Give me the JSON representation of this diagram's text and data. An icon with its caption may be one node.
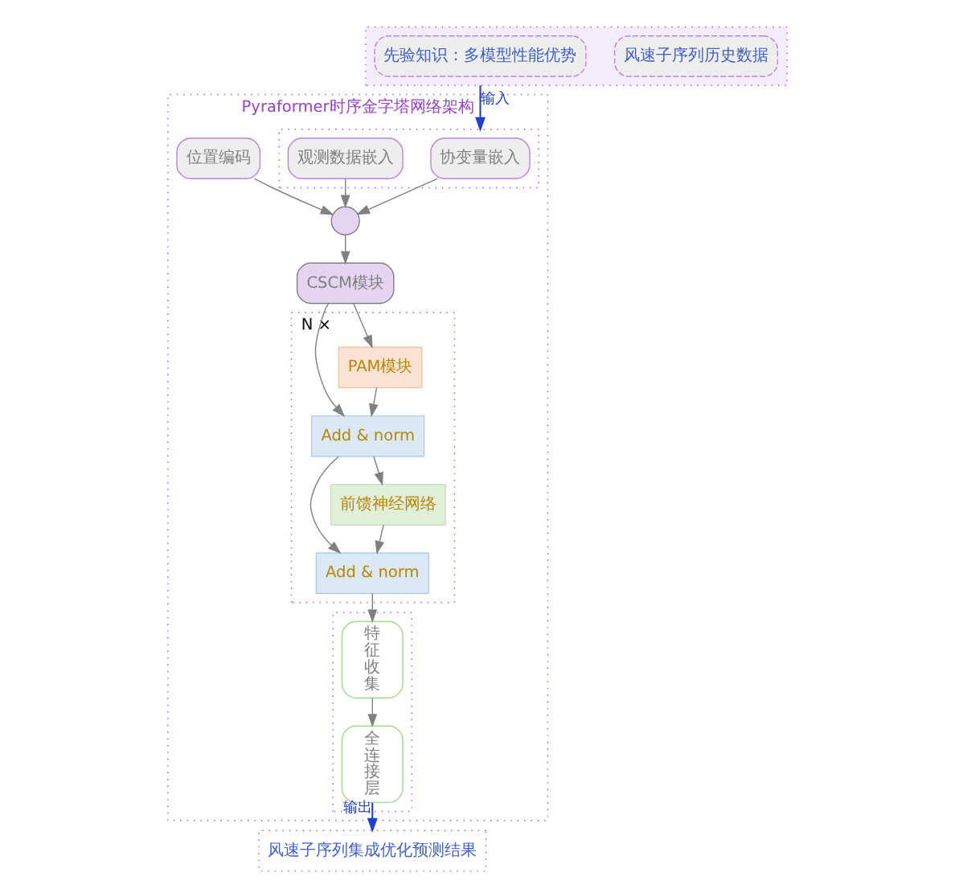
{
  "diagram": {
    "nodes": [
      {
        "text": [],
        "shape": "box"
      },
      {
        "text": [
          "风速子序列历史数据"
        ],
        "in": 0
      },
      {
        "text": [
          "先验知识：多模型性能优势"
        ],
        "in": 0
      },
      {
        "text": [
          "Pyraformer时序金字塔网络架构"
        ]
      },
      {
        "text": [],
        "shape": "box",
        "in": 3
      },
      {
        "text": [
          "协变量嵌入"
        ],
        "in": 4
      },
      {
        "text": [
          "观测数据嵌入"
        ],
        "in": 4
      },
      {
        "text": [],
        "shape": "circle",
        "in": 3
      },
      {
        "text": [
          "位置编码"
        ],
        "in": 3
      },
      {
        "text": [
          "CSCM模块"
        ],
        "in": 3
      },
      {
        "text": [
          "N ×"
        ],
        "in": 3
      },
      {
        "text": [
          "Add & norm"
        ],
        "in": 10
      },
      {
        "text": [
          "前馈神经网络"
        ],
        "in": 10
      },
      {
        "text": [
          "Add & norm"
        ],
        "in": 10
      },
      {
        "text": [
          "PAM模块"
        ],
        "in": 10
      },
      {
        "text": [],
        "shape": "box",
        "in": 3
      },
      {
        "text": [
          "特征收集"
        ],
        "in": 15
      },
      {
        "text": [
          "全连接层"
        ],
        "in": 15
      },
      {
        "text": [
          "风速子序列集成优化预测结果"
        ]
      }
    ],
    "edges": [
      {
        "from": 0,
        "to": 4,
        "arrow": "to",
        "label": "输入",
        "color": "#1f3fd0"
      },
      {
        "from": 5,
        "to": 7,
        "arrow": "to"
      },
      {
        "from": 6,
        "to": 7,
        "arrow": "to"
      },
      {
        "from": 8,
        "to": 7,
        "arrow": "to"
      },
      {
        "from": 7,
        "to": 9,
        "arrow": "to"
      },
      {
        "from": 9,
        "to": 14,
        "arrow": "to"
      },
      {
        "from": 9,
        "to": 13,
        "arrow": "to"
      },
      {
        "from": 14,
        "to": 13,
        "arrow": "to"
      },
      {
        "from": 13,
        "to": 12,
        "arrow": "to"
      },
      {
        "from": 13,
        "to": 11,
        "arrow": "to"
      },
      {
        "from": 12,
        "to": 11,
        "arrow": "to"
      },
      {
        "from": 11,
        "to": 16,
        "arrow": "to"
      },
      {
        "from": 16,
        "to": 17,
        "arrow": "to"
      },
      {
        "from": 17,
        "to": 18,
        "arrow": "to",
        "label": "输出",
        "color": "#1f3fd0"
      }
    ]
  }
}
